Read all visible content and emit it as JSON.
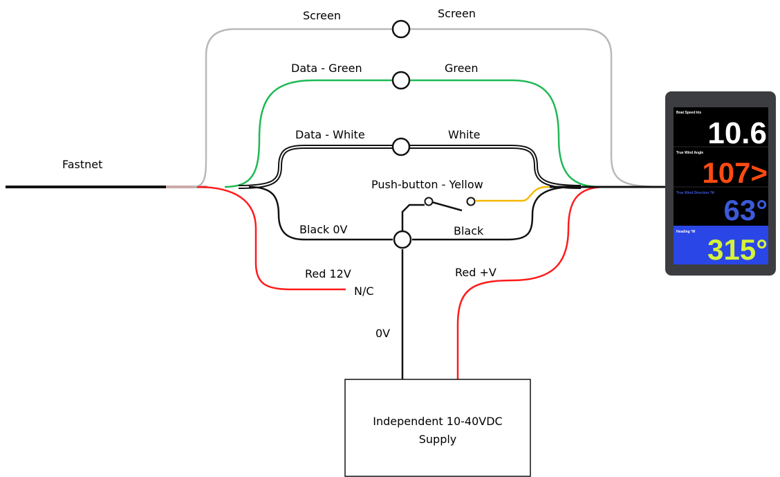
{
  "labels": {
    "fastnet": "Fastnet",
    "screen_left": "Screen",
    "screen_right": "Screen",
    "data_green": "Data - Green",
    "green": "Green",
    "data_white": "Data - White",
    "white": "White",
    "push_button": "Push-button - Yellow",
    "black_0v": "Black 0V",
    "black": "Black",
    "red_12v": "Red 12V",
    "nc": "N/C",
    "red_plus_v": "Red +V",
    "zero_v": "0V"
  },
  "supply": {
    "line1": "Independent 10-40VDC",
    "line2": "Supply"
  },
  "display": {
    "panels": [
      {
        "title": "Boat Speed kts",
        "value": "10.6",
        "fg": "#ffffff",
        "bg": "#000000"
      },
      {
        "title": "True Wind Angle",
        "value": "107>",
        "fg": "#ff4a12",
        "bg": "#000000"
      },
      {
        "title": "True Wind Direction °M",
        "value": "63°",
        "fg": "#3c5ad8",
        "bg": "#000000"
      },
      {
        "title": "Heading °M",
        "value": "315°",
        "fg": "#d4f33a",
        "bg": "#2b46e6"
      }
    ]
  },
  "colors": {
    "screen": "#b9b9b9",
    "green": "#1db954",
    "red": "#ff1a1a",
    "yellow": "#f5b800",
    "black": "#111111",
    "bezel": "#3b3d40"
  }
}
